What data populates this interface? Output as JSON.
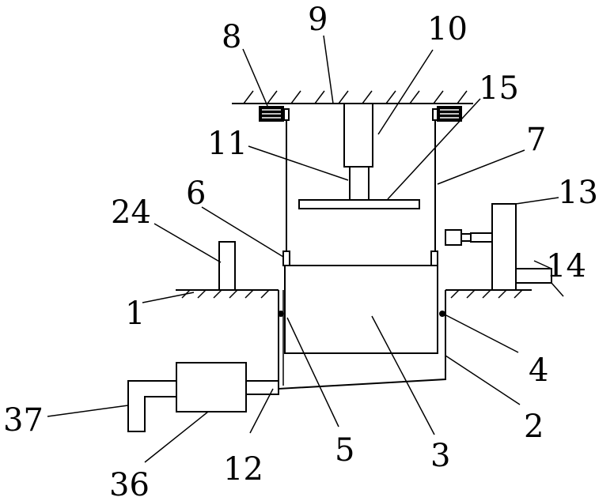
{
  "labels": {
    "l1": "1",
    "l2": "2",
    "l3": "3",
    "l4": "4",
    "l5": "5",
    "l6": "6",
    "l7": "7",
    "l8": "8",
    "l9": "9",
    "l10": "10",
    "l11": "11",
    "l12": "12",
    "l13": "13",
    "l14": "14",
    "l15": "15",
    "l24": "24",
    "l36": "36",
    "l37": "37"
  }
}
